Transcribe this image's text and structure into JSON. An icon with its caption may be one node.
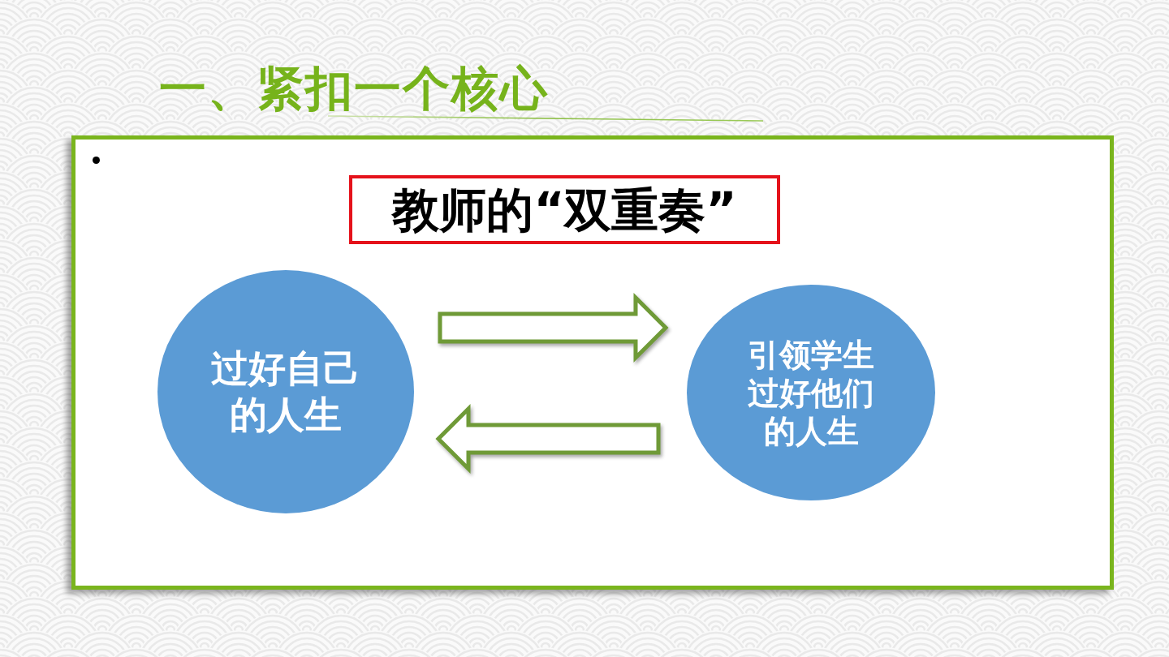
{
  "diagram": {
    "title": "一、紧扣一个核心",
    "nodes": [
      {
        "text": [],
        "shape": "box"
      },
      {
        "text": [
          "教师的“双重奏”"
        ],
        "in": 0
      },
      {
        "text": [
          "过好自己的人生"
        ],
        "in": 0
      },
      {
        "text": [
          "引领学生过好他们的人生"
        ],
        "in": 0
      }
    ],
    "edges": [
      {
        "from": 2,
        "to": 3,
        "arrow": "to"
      },
      {
        "from": 3,
        "to": 2,
        "arrow": "to"
      }
    ]
  }
}
